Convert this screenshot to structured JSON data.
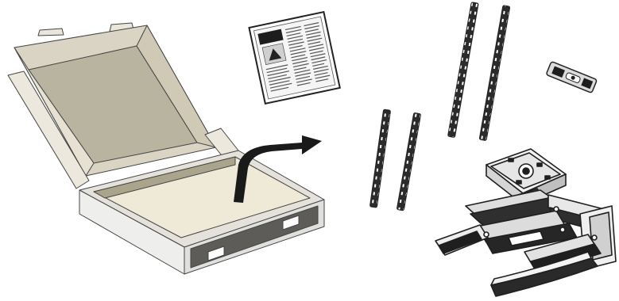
{
  "scene": {
    "kind": "unboxing-illustration",
    "colors": {
      "box_inner": "#b9b49f",
      "box_light": "#f1eee6",
      "box_side": "#e2e2e0",
      "box_dark_panel": "#5d5c58",
      "arrow": "#1a1a1a",
      "rail": "#2b2b2b",
      "outline": "#333333"
    },
    "items": [
      {
        "name": "open-box",
        "icon": "cardboard-box-icon"
      },
      {
        "name": "instruction-manual",
        "icon": "manual-icon"
      },
      {
        "name": "long-vertical-rail-left",
        "icon": "rail-icon"
      },
      {
        "name": "long-vertical-rail-right",
        "icon": "rail-icon"
      },
      {
        "name": "short-vertical-rail-left",
        "icon": "rail-icon"
      },
      {
        "name": "short-vertical-rail-right",
        "icon": "rail-icon"
      },
      {
        "name": "bubble-level",
        "icon": "level-icon"
      },
      {
        "name": "tv-mount-arm-assembly",
        "icon": "articulating-arm-icon"
      }
    ]
  }
}
